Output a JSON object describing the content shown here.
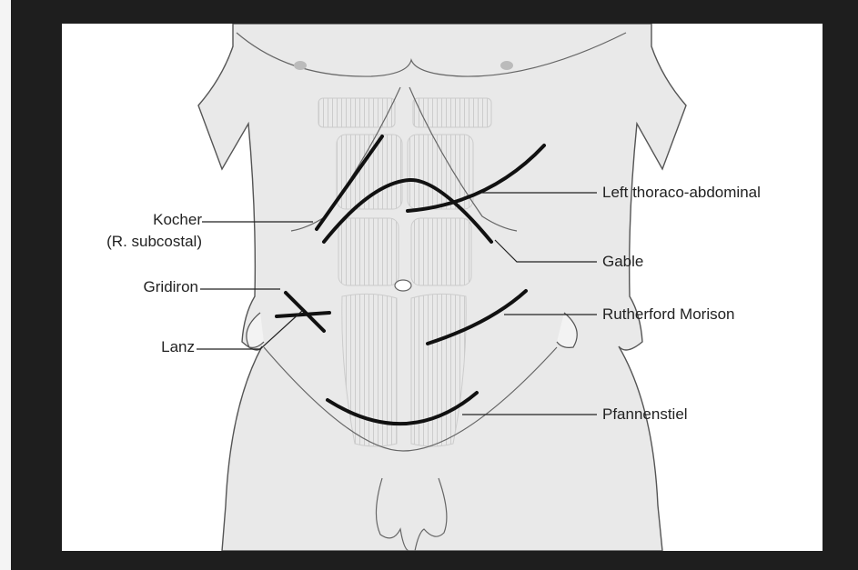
{
  "labels": {
    "kocher": "Kocher",
    "kocher_sub": "(R. subcostal)",
    "gridiron": "Gridiron",
    "lanz": "Lanz",
    "left_thoraco": "Left thoraco-abdominal",
    "gable": "Gable",
    "rutherford": "Rutherford Morison",
    "pfannenstiel": "Pfannenstiel"
  },
  "colors": {
    "frame": "#1e1e1e",
    "skin": "#e9e9e9",
    "muscle": "#d6d6d6",
    "outline": "#555555",
    "incision": "#111111"
  }
}
